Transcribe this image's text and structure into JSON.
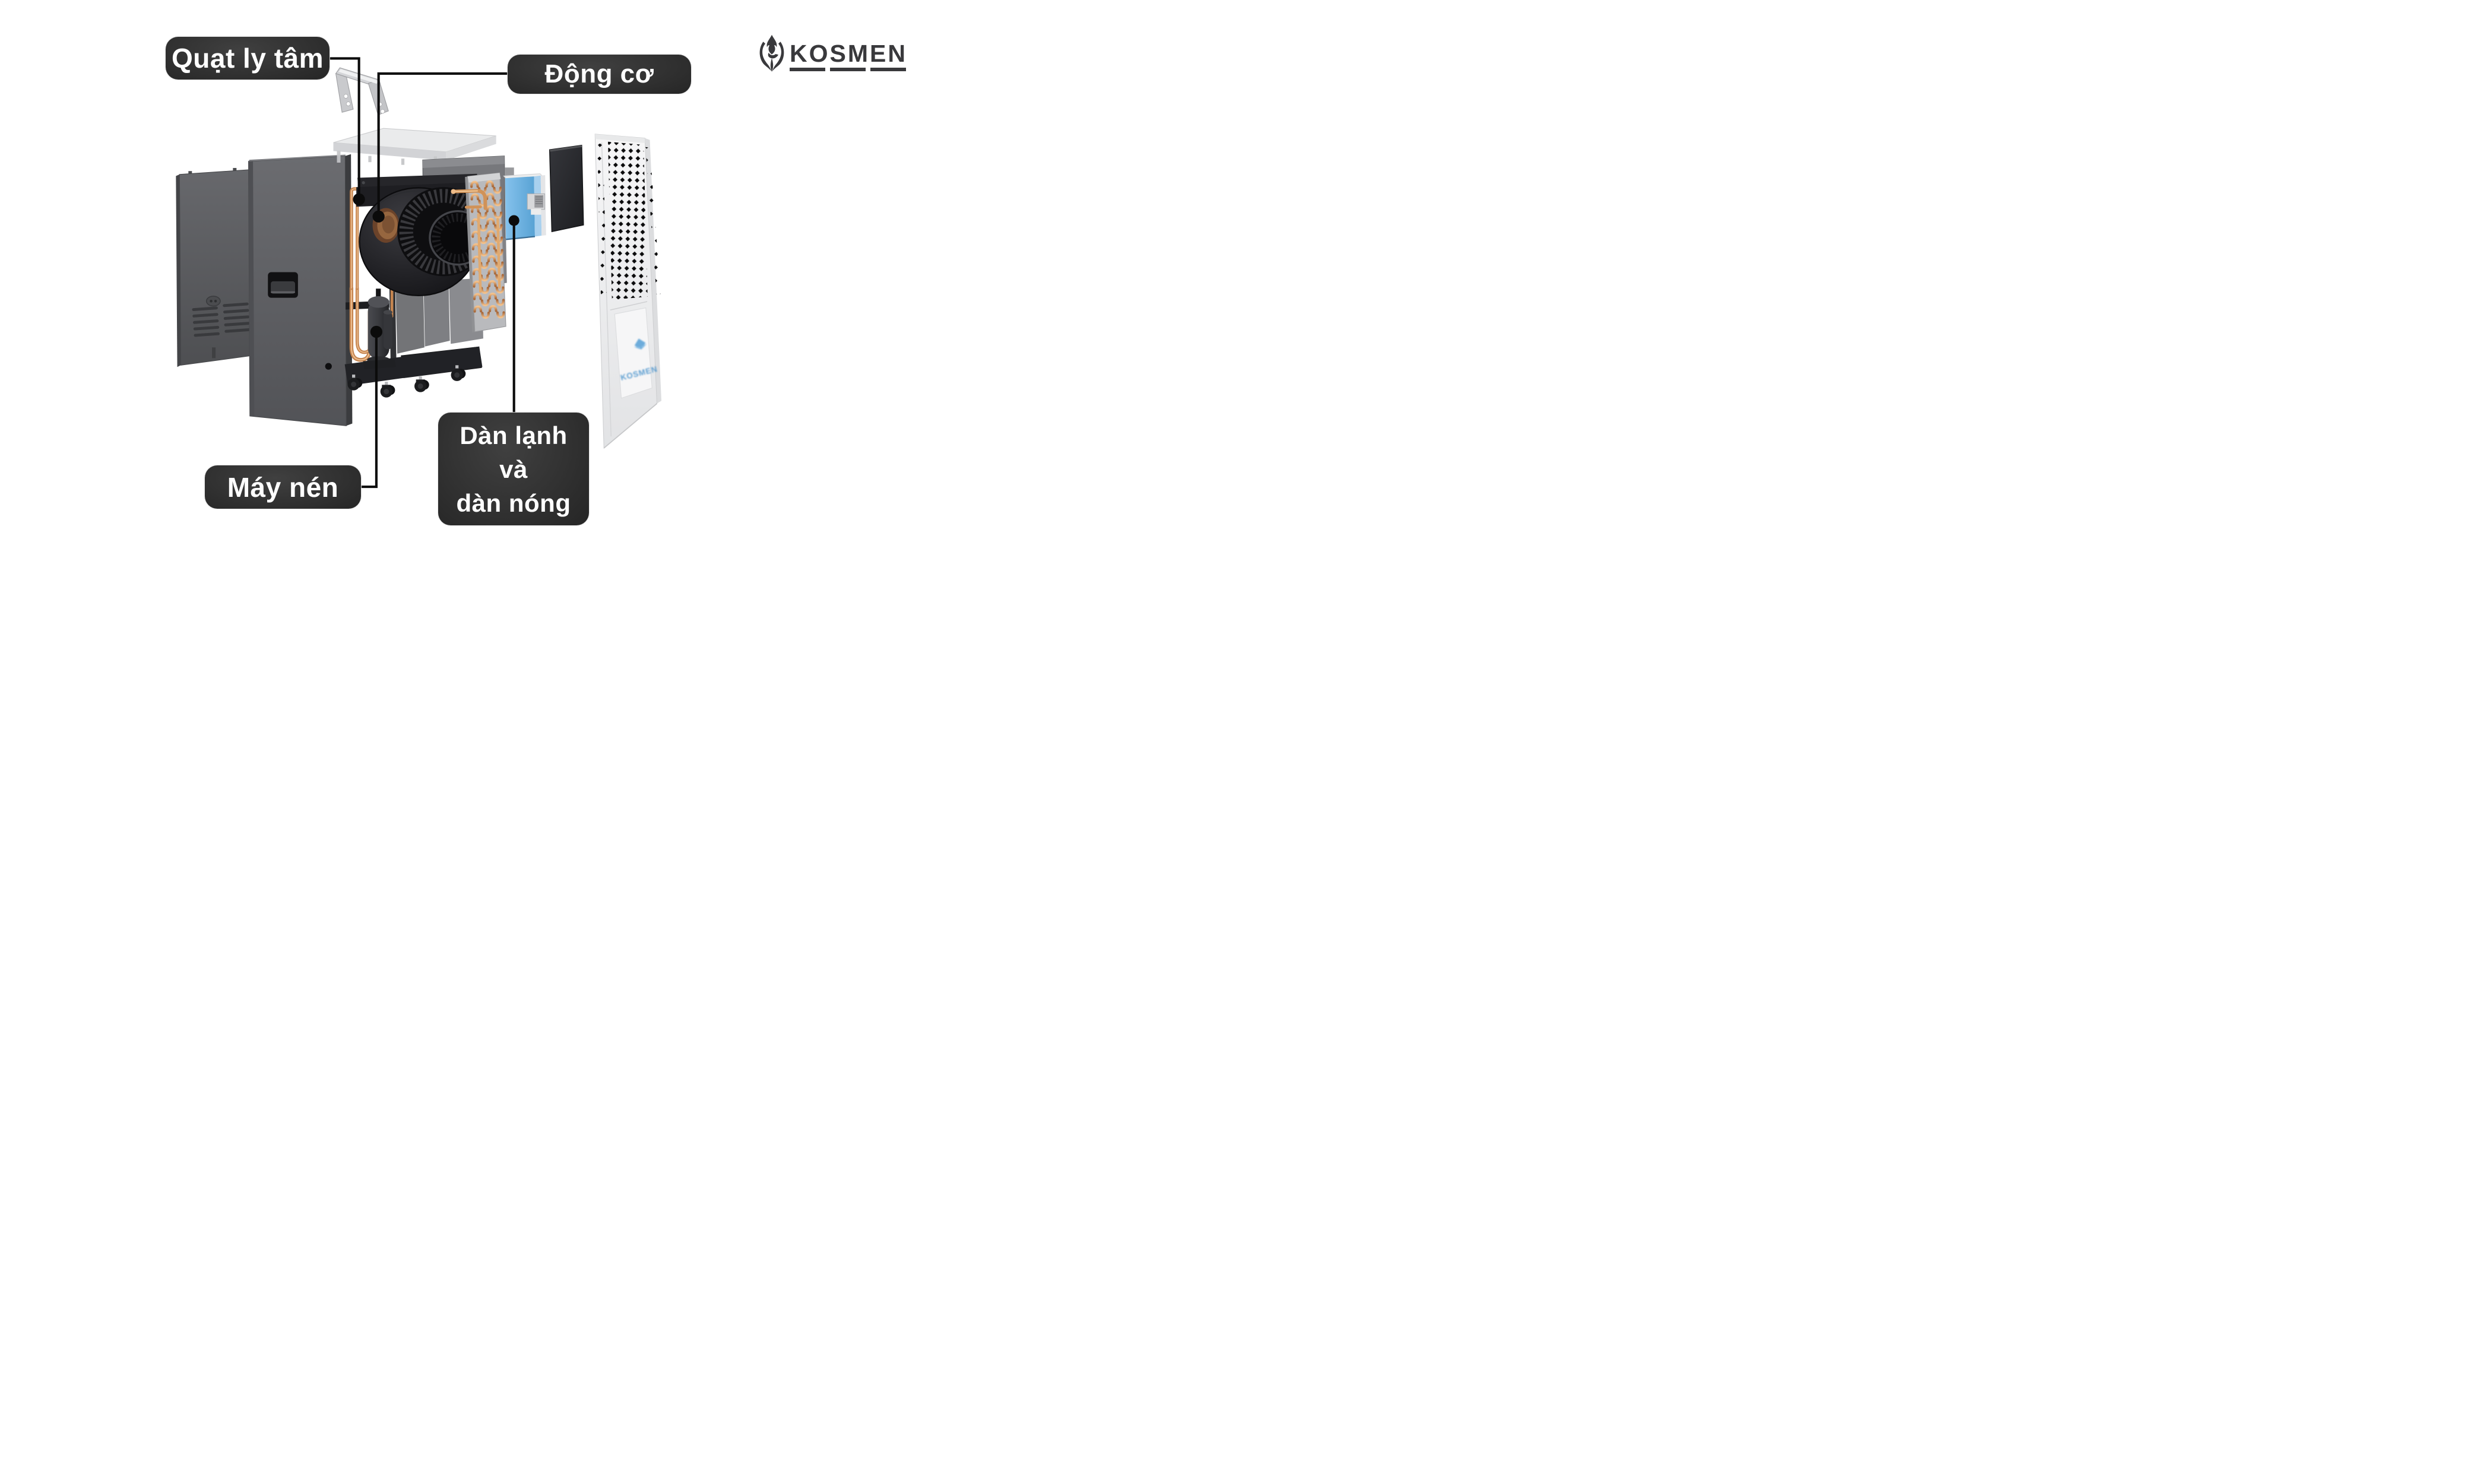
{
  "page": {
    "background": "#ffffff"
  },
  "brand": {
    "name": "KOSMEN",
    "front_logo_text": "KOSMEN",
    "logo_color": "#39393c",
    "front_logo_color": "#4e95cd"
  },
  "labels": {
    "fan": "Quạt ly tâm",
    "motor": "Động cơ",
    "compressor": "Máy nén",
    "coils_line1": "Dàn lạnh",
    "coils_line2": "và",
    "coils_line3": "dàn nóng"
  },
  "label_style": {
    "background_dark": "#0b0b0b",
    "background_light": "#404040",
    "text_color": "#ffffff"
  },
  "machine_colors": {
    "cabinet_gray": "#5d5e62",
    "rear_panel_gray": "#58595c",
    "partition_gray": "#77787c",
    "fan_black": "#1a1a1d",
    "motor_bronze": "#96663f",
    "copper": "#c98a58",
    "coil_blue": "#6fb2e2",
    "front_panel_white": "#f0f0f2",
    "connector_line": "#0b0b0b"
  }
}
